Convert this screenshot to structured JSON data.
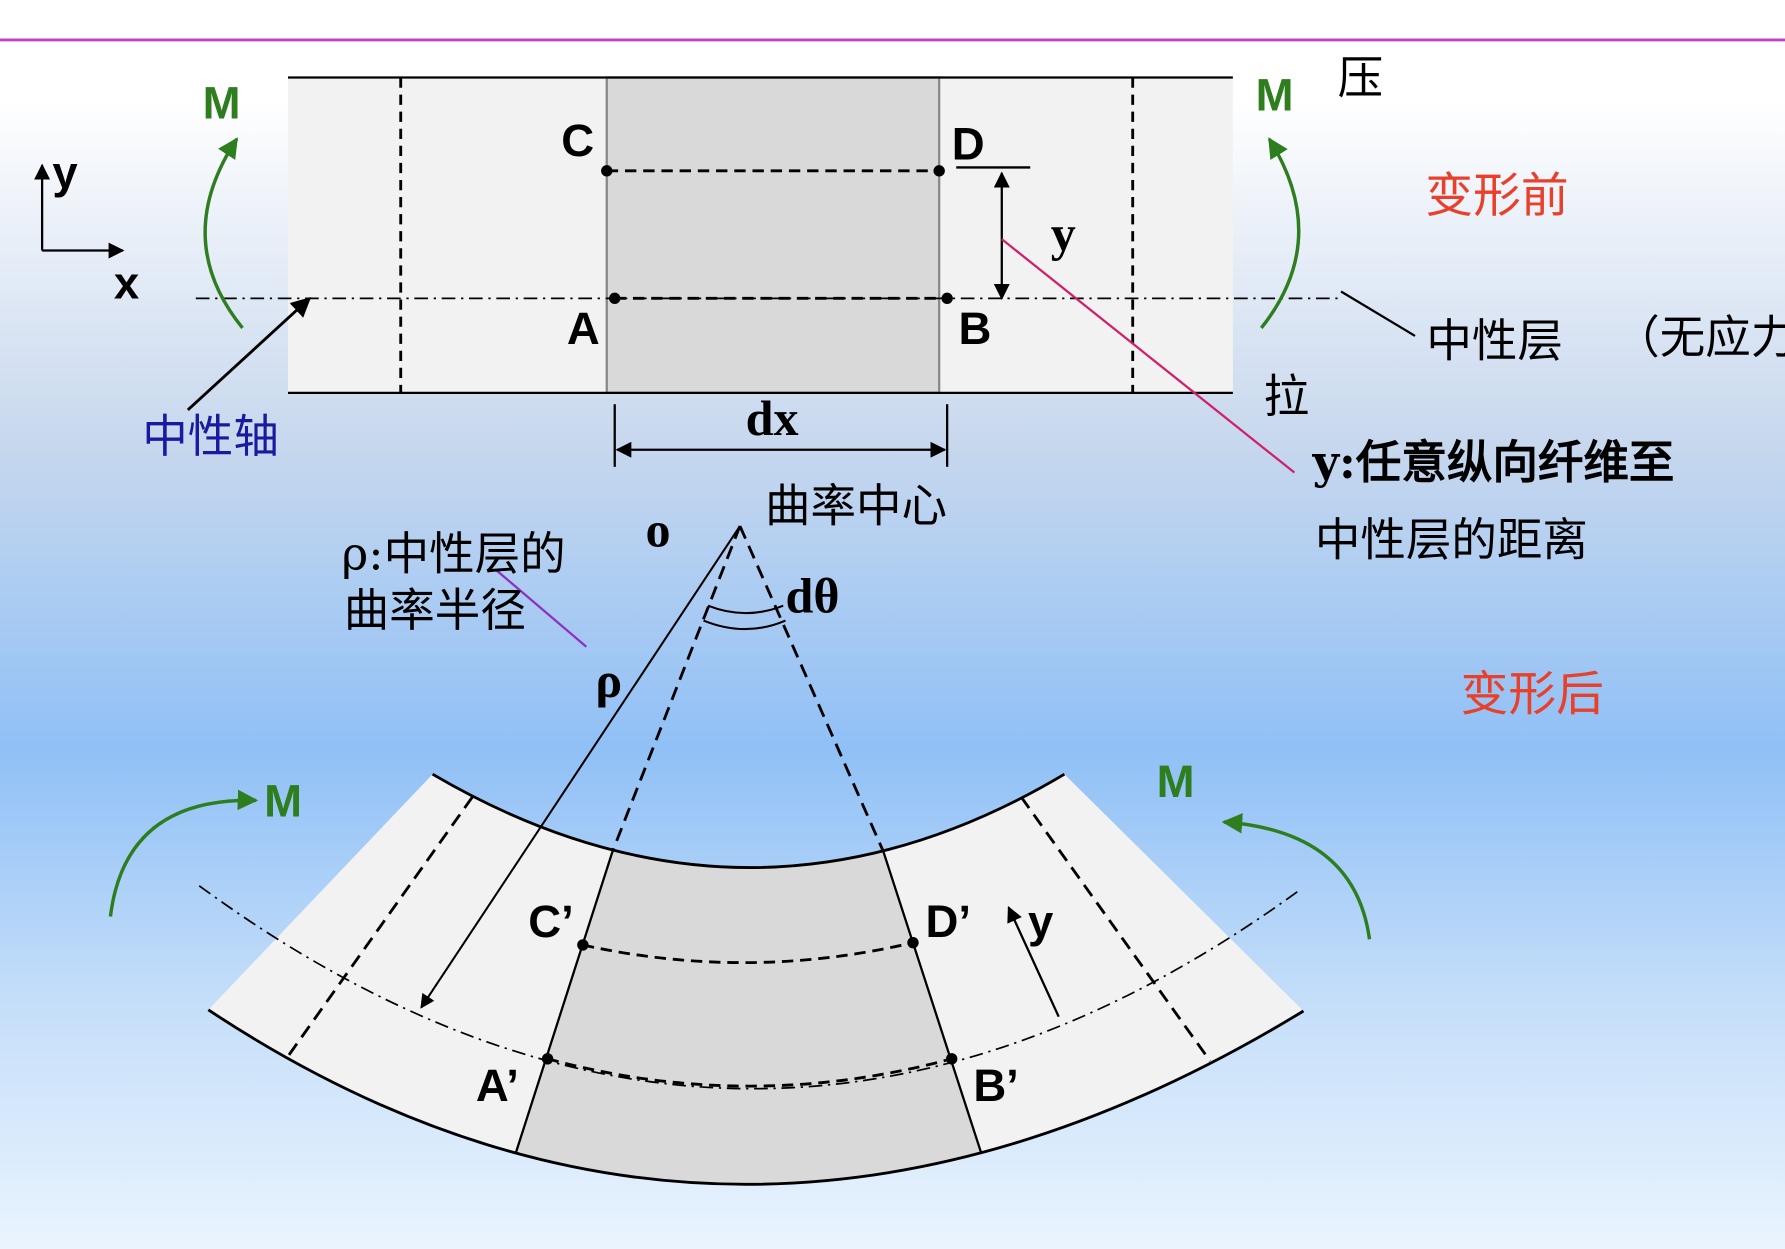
{
  "labels": {
    "M": "M",
    "C": "C",
    "D": "D",
    "A": "A",
    "B": "B",
    "Cp": "C’",
    "Dp": "D’",
    "Ap": "A’",
    "Bp": "B’",
    "y": "y",
    "x": "x",
    "dx": "dx",
    "o": "o",
    "dtheta": "dθ",
    "rho": "ρ"
  },
  "text": {
    "compression": "压",
    "tension": "拉",
    "before": "变形前",
    "after": "变形后",
    "neutral_layer": "中性层",
    "no_stress": "（无应力）",
    "neutral_axis": "中性轴",
    "center_of_curvature": "曲率中心",
    "y_def_line1": "y:任意纵向纤维至",
    "y_def_line2": "中性层的距离",
    "rho_def_line1": "ρ:中性层的",
    "rho_def_line2": "曲率半径"
  },
  "colors": {
    "moment": "#2e7d1e",
    "caption": "#e8402a",
    "axis_label": "#1a1aa0",
    "rule": "#c040c8"
  }
}
